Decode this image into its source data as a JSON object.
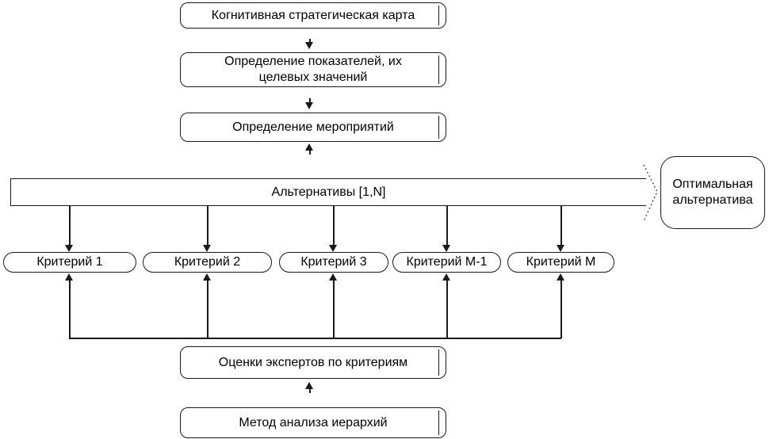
{
  "nodes": {
    "cognitive_map": "Когнитивная стратегическая карта",
    "indicators": "Определение показателей, их\nцелевых значений",
    "activities": "Определение мероприятий",
    "alternatives": "Альтернативы [1,N]",
    "optimal": "Оптимальная\nальтернатива",
    "expert_scores": "Оценки экспертов по критериям",
    "ahp_method": "Метод анализа иерархий"
  },
  "criteria": [
    {
      "label": "Критерий 1"
    },
    {
      "label": "Критерий 2"
    },
    {
      "label": "Критерий 3"
    },
    {
      "label": "Критерий М-1"
    },
    {
      "label": "Критерий М"
    }
  ],
  "icons": {
    "down_arrow": "arrow-down-icon",
    "up_arrow": "arrow-up-icon",
    "chevron_right": "chevron-right-arrow-icon"
  },
  "colors": {
    "line": "#1a1a1a",
    "text": "#000000",
    "background": "#ffffff"
  }
}
